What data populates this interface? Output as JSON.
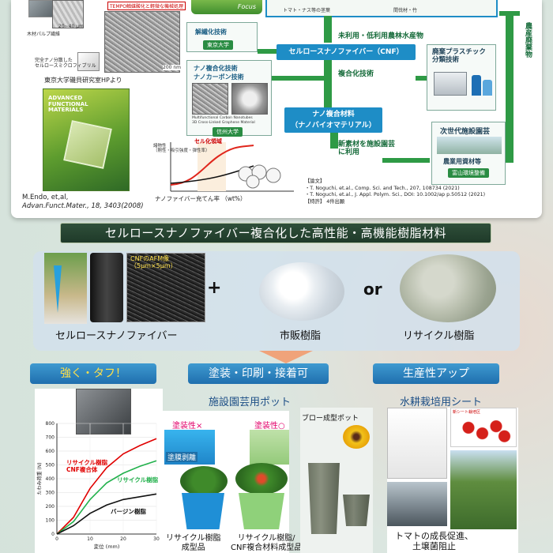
{
  "top": {
    "tempo_banner": "TEMPO触媒酸化と軽微な機械処理",
    "scale_20um": "20~40 μm",
    "wood_pulp": "木材パルプ繊維",
    "nano_fibril": "完全ナノ分散した\nセルロースミクロフィブリル",
    "scale_200nm": "200 nm",
    "credit": "東京大学磯貝研究室HPより",
    "journal_title": "ADVANCED\nFUNCTIONAL\nMATERIALS",
    "citation_line1": "M.Endo, et,al,",
    "citation_line2": "Advan.Funct.Mater., 18, 3403(2008)",
    "focus_label": "Focus",
    "tomato_caption": "トマト・ナス等の茎葉",
    "bamboo_caption": "間伐材・竹",
    "tech1_title": "解繊化技術",
    "tech1_univ": "東京大学",
    "unused_resources": "未利用・低利用農林水産物",
    "cnf_box": "セルロースナノファイバー（CNF）",
    "tech2_title_a": "ナノ複合化技術",
    "tech2_title_b": "ナノカーボン技術",
    "tech2_img_a": "Multifunctional Carbon Nanotubes",
    "tech2_img_b": "3D Cross-Linked Graphene Material",
    "tech2_univ": "信州大学",
    "composite_tech": "複合化技術",
    "nano_composite_box": "ナノ複合材料\n（ナノバイオマテリアル）",
    "waste_plastic": "廃棄プラスチック\n分類技術",
    "next_gen": "次世代施設園芸",
    "new_material": "新素材を施設園芸\nに利用",
    "agri_material": "農業用資材等",
    "toyama": "富山環境整備",
    "vertical_label": "農産廃棄物",
    "graph_ylabel": "諸物性\n（剛性・吸引強度・弾性率）",
    "graph_region": "セル化領域",
    "graph_xlabel": "ナノファイバー充てん率 （wt%）",
    "pub_title": "【論文】",
    "pub1": "・T. Noguchi, et.al., Comp. Sci. and Tech., 207, 108734 (2021)",
    "pub2": "・T. Noguchi, et.al., J. Appl. Polym. Sci., DOI: 10.1002/ap p.50512 (2021)",
    "patent": "【特許】 4件出願"
  },
  "section": {
    "title": "セルロースナノファイバー複合化した高性能・高機能樹脂材料",
    "afm_label": "CNFのAFM像\n（5μm×5μm）",
    "cnf_label": "セルロースナノファイバー",
    "plus": "+",
    "resin_label": "市販樹脂",
    "or": "or",
    "recycled_label": "リサイクル樹脂"
  },
  "categories": [
    {
      "title": "強く・タフ！",
      "color": "#ffe04a"
    },
    {
      "title": "塗装・印刷・接着可",
      "color": "#ffffff"
    },
    {
      "title": "生産性アップ",
      "color": "#ffffff"
    }
  ],
  "apps": {
    "pot_title": "施設園芸用ポット",
    "sheet_title": "水耕栽培用シート",
    "paint_no": "塗装性×",
    "paint_yes": "塗装性○",
    "peel": "塗膜剥離",
    "blow_pot": "ブロー成型ポット",
    "pot_cap1": "リサイクル樹脂\n成型品",
    "pot_cap2": "リサイクル樹脂/\nCNF複合材料成型品",
    "tomato_cap": "トマトの成長促進、\n土壌菌阻止",
    "sheet_photo_label": "新シート栽培区"
  },
  "chart_data": {
    "type": "line",
    "xlabel": "変位 (mm)",
    "ylabel": "たわみ荷重 (N)",
    "xlim": [
      0,
      30
    ],
    "ylim": [
      0,
      800
    ],
    "xticks": [
      0,
      10,
      20,
      30
    ],
    "yticks": [
      0,
      100,
      200,
      300,
      400,
      500,
      600,
      700,
      800
    ],
    "series": [
      {
        "name": "リサイクル樹脂 CNF複合体",
        "color": "#e00000",
        "x": [
          0,
          5,
          10,
          15,
          20,
          25,
          30
        ],
        "y": [
          0,
          120,
          330,
          480,
          580,
          640,
          690
        ]
      },
      {
        "name": "リサイクル樹脂",
        "color": "#22b14c",
        "x": [
          0,
          5,
          10,
          15,
          20,
          25,
          30
        ],
        "y": [
          0,
          90,
          250,
          370,
          440,
          490,
          530
        ]
      },
      {
        "name": "バージン樹脂",
        "color": "#111111",
        "x": [
          0,
          5,
          10,
          15,
          20,
          25,
          30
        ],
        "y": [
          0,
          60,
          150,
          210,
          250,
          270,
          290
        ]
      }
    ]
  }
}
